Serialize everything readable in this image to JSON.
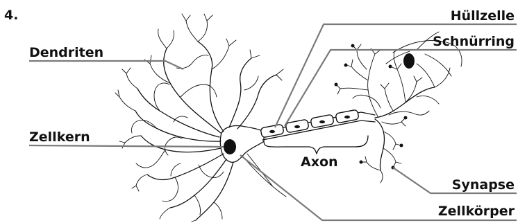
{
  "number": "4.",
  "labels": {
    "huellzelle": "Hüllzelle",
    "schnuerring": "Schnürring",
    "dendriten": "Dendriten",
    "zellkern": "Zellkern",
    "axon": "Axon",
    "synapse": "Synapse",
    "zellkoerper": "Zellkörper"
  }
}
